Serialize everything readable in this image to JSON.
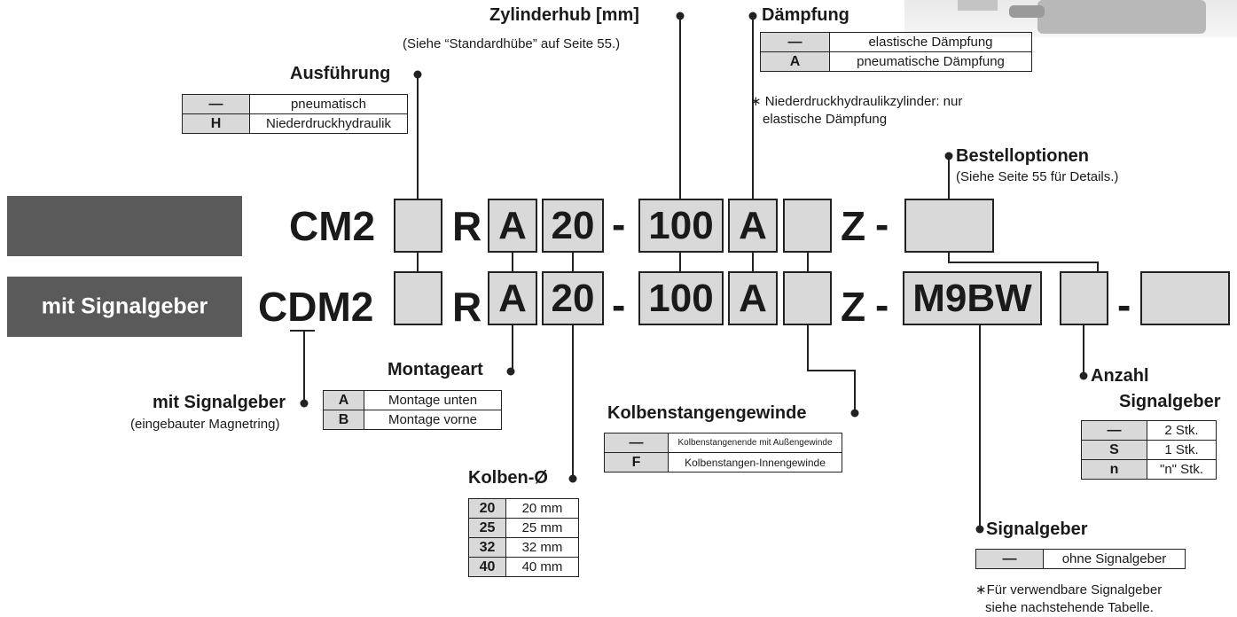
{
  "codes": {
    "row1": {
      "prefix": "CM2",
      "r": "R",
      "mount": "A",
      "bore": "20",
      "dash1": "-",
      "stroke": "100",
      "cushion": "A",
      "z": "Z",
      "dash2": "-"
    },
    "row2": {
      "prefix_c": "C",
      "prefix_d": "D",
      "prefix_m2": "M2",
      "r": "R",
      "mount": "A",
      "bore": "20",
      "dash1": "-",
      "stroke": "100",
      "cushion": "A",
      "z": "Z",
      "dash2": "-",
      "switch": "M9BW",
      "dash3": "-"
    }
  },
  "row_labels": {
    "row2": "mit Signalgeber"
  },
  "ausfuehrung": {
    "title": "Ausführung",
    "rows": [
      {
        "key": "—",
        "val": "pneumatisch"
      },
      {
        "key": "H",
        "val": "Niederdruckhydraulik"
      }
    ]
  },
  "zylinderhub": {
    "title": "Zylinderhub [mm]",
    "note": "(Siehe “Standardhübe” auf Seite 55.)"
  },
  "daempfung": {
    "title": "Dämpfung",
    "rows": [
      {
        "key": "—",
        "val": "elastische Dämpfung"
      },
      {
        "key": "A",
        "val": "pneumatische Dämpfung"
      }
    ],
    "note1": "∗ Niederdruckhydraulikzylinder: nur",
    "note2": "elastische  Dämpfung"
  },
  "bestelloptionen": {
    "title": "Bestelloptionen",
    "note": "(Siehe Seite 55 für Details.)"
  },
  "montageart": {
    "title": "Montageart",
    "rows": [
      {
        "key": "A",
        "val": "Montage unten"
      },
      {
        "key": "B",
        "val": "Montage vorne"
      }
    ]
  },
  "mit_signalgeber": {
    "title": "mit Signalgeber",
    "note": "(eingebauter Magnetring)"
  },
  "kolben": {
    "title": "Kolben-Ø",
    "rows": [
      {
        "key": "20",
        "val": "20 mm"
      },
      {
        "key": "25",
        "val": "25 mm"
      },
      {
        "key": "32",
        "val": "32 mm"
      },
      {
        "key": "40",
        "val": "40 mm"
      }
    ]
  },
  "gewinde": {
    "title": "Kolbenstangengewinde",
    "rows": [
      {
        "key": "—",
        "val": "Kolbenstangenende mit Außengewinde"
      },
      {
        "key": "F",
        "val": "Kolbenstangen-Innengewinde"
      }
    ]
  },
  "anzahl": {
    "title1": "Anzahl",
    "title2": "Signalgeber",
    "rows": [
      {
        "key": "—",
        "val": "2 Stk."
      },
      {
        "key": "S",
        "val": "1 Stk."
      },
      {
        "key": "n",
        "val": "\"n\" Stk."
      }
    ]
  },
  "signalgeber": {
    "title": "Signalgeber",
    "rows": [
      {
        "key": "—",
        "val": "ohne Signalgeber"
      }
    ],
    "note1": "∗Für verwendbare Signalgeber",
    "note2": "siehe nachstehende Tabelle."
  }
}
